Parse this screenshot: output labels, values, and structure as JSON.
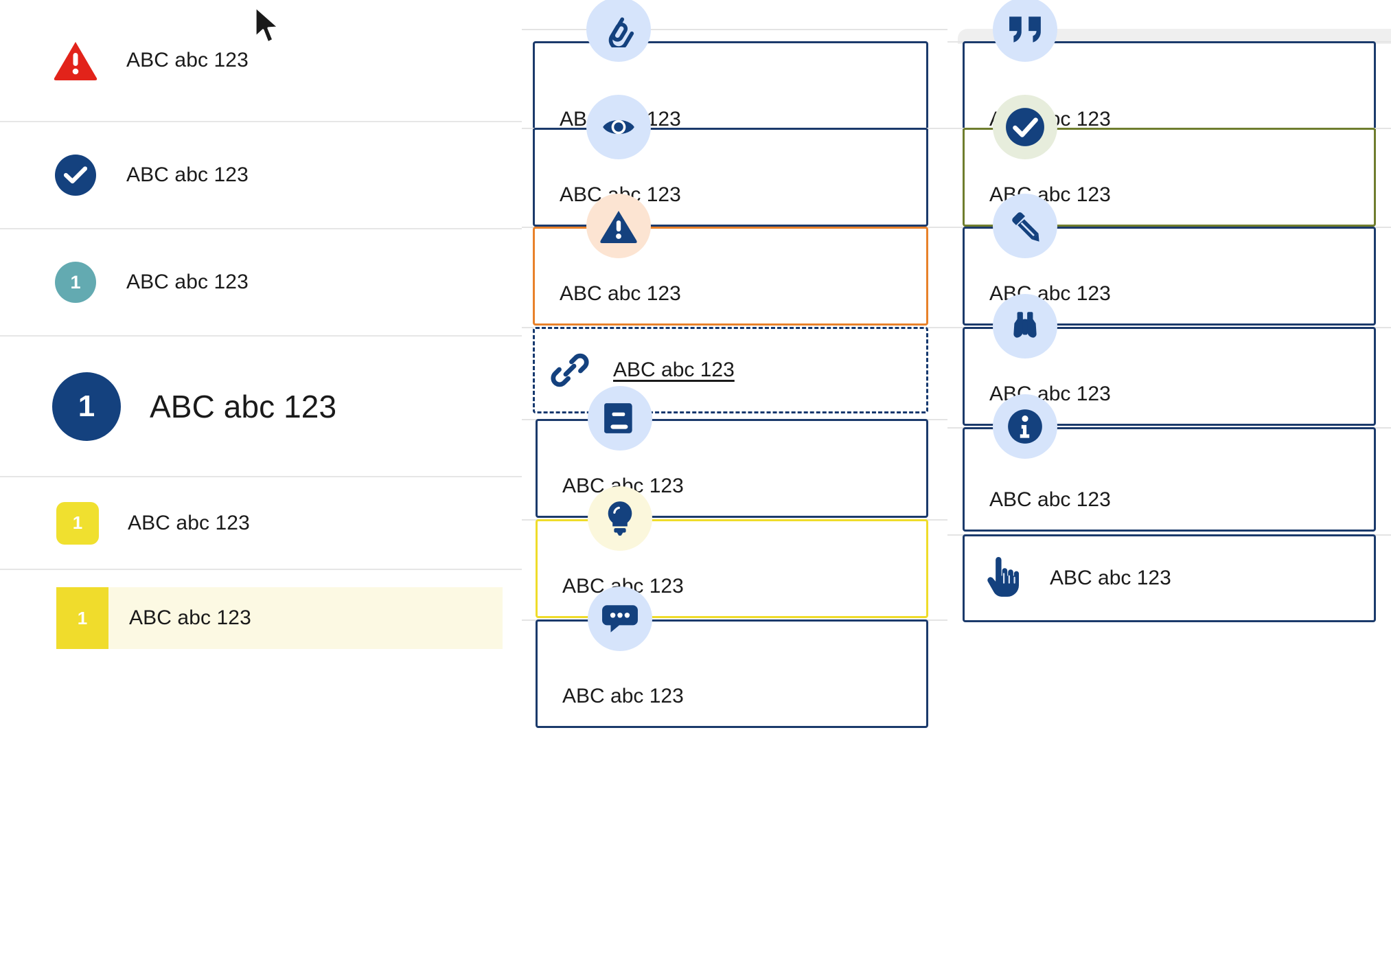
{
  "sidebar": {
    "items": [
      {
        "id": "error-row",
        "label": "ABC abc 123",
        "icon": "warning-triangle-icon",
        "badge_text": "",
        "badge_color": "#e2231a",
        "badge_shape": "triangle"
      },
      {
        "id": "success-row",
        "label": "ABC abc 123",
        "icon": "check-circle-icon",
        "badge_text": "",
        "badge_color": "#14417e",
        "badge_shape": "circle"
      },
      {
        "id": "teal-number-row",
        "label": "ABC abc 123",
        "icon": "number-badge-icon",
        "badge_text": "1",
        "badge_color": "#63aab1",
        "badge_shape": "circle"
      },
      {
        "id": "large-number-row",
        "label": "ABC abc 123",
        "icon": "number-badge-icon",
        "badge_text": "1",
        "badge_color": "#14417e",
        "badge_shape": "circle"
      },
      {
        "id": "yellow-number-row",
        "label": "ABC abc 123",
        "icon": "number-badge-icon",
        "badge_text": "1",
        "badge_color": "#f0e02f",
        "badge_shape": "rounded-square"
      },
      {
        "id": "highlighted-row",
        "label": "ABC abc 123",
        "icon": "number-badge-icon",
        "badge_text": "1",
        "badge_color": "#f0dc2c",
        "badge_shape": "square",
        "highlight": "#fcf9e3"
      }
    ]
  },
  "middle_column": {
    "cards": [
      {
        "id": "attachment-card",
        "label": "ABC abc 123",
        "icon": "paperclip-icon",
        "border_color": "#1b3a6b",
        "bubble_color": "#d6e4fb",
        "style": "solid"
      },
      {
        "id": "visibility-card",
        "label": "ABC abc 123",
        "icon": "eye-icon",
        "border_color": "#1b3a6b",
        "bubble_color": "#d6e4fb",
        "style": "solid"
      },
      {
        "id": "warning-card",
        "label": "ABC abc 123",
        "icon": "warning-triangle-icon",
        "border_color": "#e8812a",
        "bubble_color": "#fce4d2",
        "style": "solid"
      },
      {
        "id": "link-card",
        "label": "ABC abc 123",
        "icon": "chain-link-icon",
        "border_color": "#15386e",
        "bubble_color": "none",
        "style": "dashed"
      },
      {
        "id": "glossary-card",
        "label": "ABC abc 123",
        "icon": "book-icon",
        "border_color": "#1b3a6b",
        "bubble_color": "#d6e4fb",
        "style": "solid"
      },
      {
        "id": "tip-card",
        "label": "ABC abc 123",
        "icon": "lightbulb-icon",
        "border_color": "#efdc2a",
        "bubble_color": "#fbf7dc",
        "style": "solid"
      },
      {
        "id": "comment-card",
        "label": "ABC abc 123",
        "icon": "chat-bubble-icon",
        "border_color": "#1b3a6b",
        "bubble_color": "#d6e4fb",
        "style": "solid"
      }
    ]
  },
  "right_column": {
    "cards": [
      {
        "id": "quote-card",
        "label": "ABC abc 123",
        "icon": "quote-marks-icon",
        "border_color": "#1b3a6b",
        "bubble_color": "#d6e4fb",
        "style": "solid"
      },
      {
        "id": "approved-card",
        "label": "ABC abc 123",
        "icon": "check-circle-icon",
        "border_color": "#6f7d2e",
        "bubble_color": "#e7eddc",
        "style": "solid"
      },
      {
        "id": "edit-card",
        "label": "ABC abc 123",
        "icon": "pencil-icon",
        "border_color": "#1b3a6b",
        "bubble_color": "#d6e4fb",
        "style": "solid"
      },
      {
        "id": "review-card",
        "label": "ABC abc 123",
        "icon": "binoculars-icon",
        "border_color": "#1b3a6b",
        "bubble_color": "#d6e4fb",
        "style": "solid"
      },
      {
        "id": "info-card",
        "label": "ABC abc 123",
        "icon": "info-circle-icon",
        "border_color": "#1b3a6b",
        "bubble_color": "#d6e4fb",
        "style": "solid"
      },
      {
        "id": "action-card",
        "label": "ABC abc 123",
        "icon": "hand-pointer-icon",
        "border_color": "#1b3a6b",
        "bubble_color": "none",
        "style": "solid-inline"
      }
    ]
  },
  "cursor": {
    "icon": "mouse-pointer-icon"
  }
}
